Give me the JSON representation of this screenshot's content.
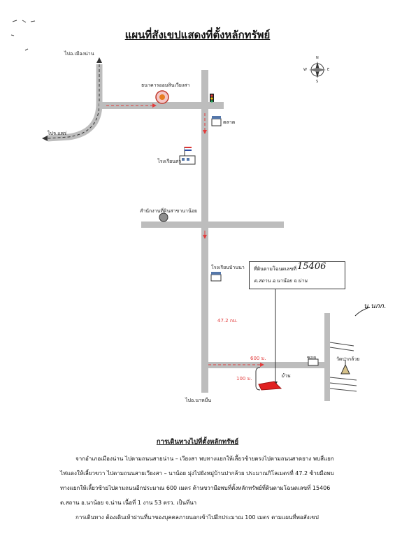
{
  "title": "แผนที่สังเขปแสดงที่ตั้งหลักทรัพย์",
  "compass": {
    "n": "N",
    "s": "S",
    "e": "E",
    "w": "W"
  },
  "labels": {
    "to_mueang_nan": "ไปอ.เมืองน่าน",
    "to_phrae": "ไปจ.แพร่",
    "savings_bank": "ธนาคารออมสินเวียงสา",
    "market": "ตลาด",
    "hospital": "โรงเรียนสา",
    "land_office": "สำนักงานที่ดินสาขานาน้อย",
    "school": "โรงเรียนบ้านนา",
    "to_na_muen": "ไปอ.นาหมื่น",
    "temple": "วัดปากล้วย",
    "river": "น.นกก.",
    "lane": "ซอย"
  },
  "distances": {
    "km": "47.2 กม.",
    "m600": "600 ม.",
    "m100": "100 ม."
  },
  "deed": {
    "prefix": "ที่ดินตามโฉนดเลขที่",
    "number": "15406",
    "location": "ต.สถาน อ.นาน้อย จ.น่าน"
  },
  "handwritten": {
    "house": "บ้าน"
  },
  "route": {
    "heading": "การเดินทางไปที่ตั้งหลักทรัพย์",
    "p1": "จากอำเภอเมืองน่าน ไปตามถนนสายน่าน – เวียงสา พบทางแยกให้เลี้ยวซ้ายตรงไปตามถนนสาดยาง พบสี่แยกไฟแดงให้เลี้ยวขวา ไปตามถนนสายเวียงสา – นาน้อย มุ่งไปยังหมู่บ้านปากล้วย ประมาณกิโลเมตรที่ 47.2 ซ้ายมือพบทางแยกให้เลี้ยวซ้ายไปตามถนนอีกประมาณ 600 เมตร ด้านขวามือพบที่ตั้งหลักทรัพย์ที่ดินตามโฉนดเลขที่ 15406 ต.สถาน อ.นาน้อย จ.น่าน เนื้อที่ 1 งาน 53 ตรว. เป็นที่นา",
    "p2": "การเดินทาง ต้องเดินเท้าผ่านที่นาของบุคคลภายนอกเข้าไปอีกประมาณ 100 เมตร ตามแผนที่พอสังเขป"
  },
  "colors": {
    "road": "#bdbdbd",
    "route_arrow": "#e23b3b",
    "plot": "#e02020",
    "text": "#111111"
  }
}
